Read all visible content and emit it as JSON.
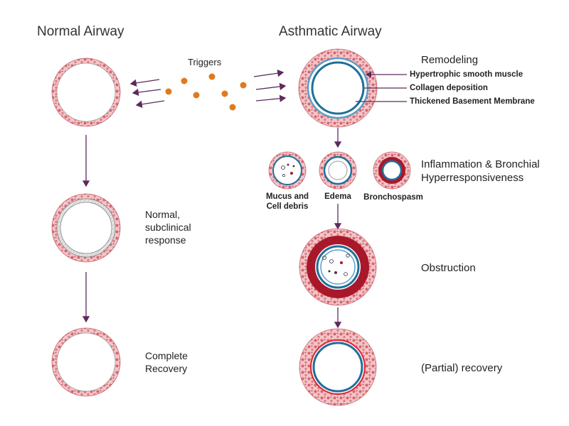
{
  "headings": {
    "normal": "Normal Airway",
    "asthmatic": "Asthmatic Airway"
  },
  "triggers_label": "Triggers",
  "normal_column": {
    "response": "Normal,\nsubclinical\nresponse",
    "recovery": "Complete\nRecovery"
  },
  "remodeling": {
    "title": "Remodeling",
    "callouts": [
      "Hypertrophic smooth muscle",
      "Collagen deposition",
      "Thickened Basement Membrane"
    ]
  },
  "inflammation": {
    "title": "Inflammation & Bronchial\nHyperresponsiveness",
    "items": [
      "Mucus and\nCell debris",
      "Edema",
      "Bronchospasm"
    ]
  },
  "obstruction": "Obstruction",
  "partial_recovery": "(Partial) recovery",
  "colors": {
    "wall": "#e8a4a8",
    "wall_dots": "#d9606a",
    "smooth_muscle": "#a8182a",
    "membrane": "#1f6f9a",
    "collagen": "#5b9ec4",
    "trigger": "#e07a1f",
    "arrow": "#5c2a5e"
  }
}
